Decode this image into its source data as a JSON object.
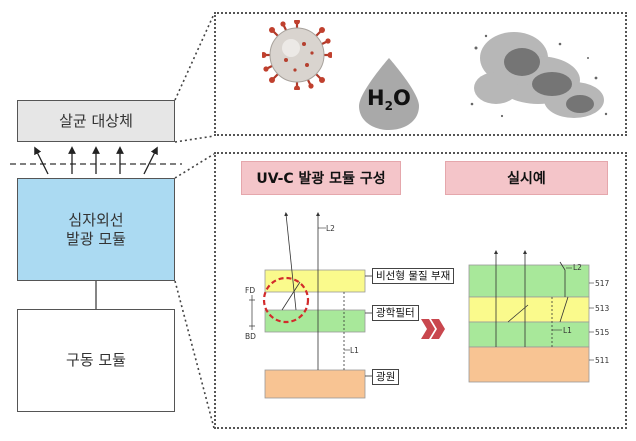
{
  "left_blocks": {
    "target": "살균 대상체",
    "uvc_module": "심자외선\n발광 모듈",
    "drive_module": "구동 모듈"
  },
  "headings": {
    "left": "UV-C 발광 모듈 구성",
    "right": "실시예"
  },
  "top_panel": {
    "water_main": "H",
    "water_sub": "2",
    "water_tail": "O"
  },
  "left_diagram": {
    "layer_material": "비선형 물질 부재",
    "layer_filter": "광학필터",
    "layer_source": "광원",
    "label_L2": "L2",
    "label_L1": "L1",
    "label_FD": "FD",
    "label_BD": "BD"
  },
  "right_diagram": {
    "label_L2": "L2",
    "label_L1": "L1",
    "label_517": "517",
    "label_513": "513",
    "label_515": "515",
    "label_511": "511"
  },
  "colors": {
    "target_fill": "#e6e6e6",
    "uvc_fill": "#abdaf2",
    "yellow_layer": "#fafa8c",
    "green_layer": "#a8e89a",
    "orange_layer": "#f8c493",
    "heading_fill": "#f4c5c9",
    "chevron": "#c9474e",
    "highlight_circle": "#d22b2b"
  },
  "icons": [
    "virus-icon",
    "water-drop-icon",
    "dust-cloud-icon",
    "chevron-right-icon"
  ]
}
